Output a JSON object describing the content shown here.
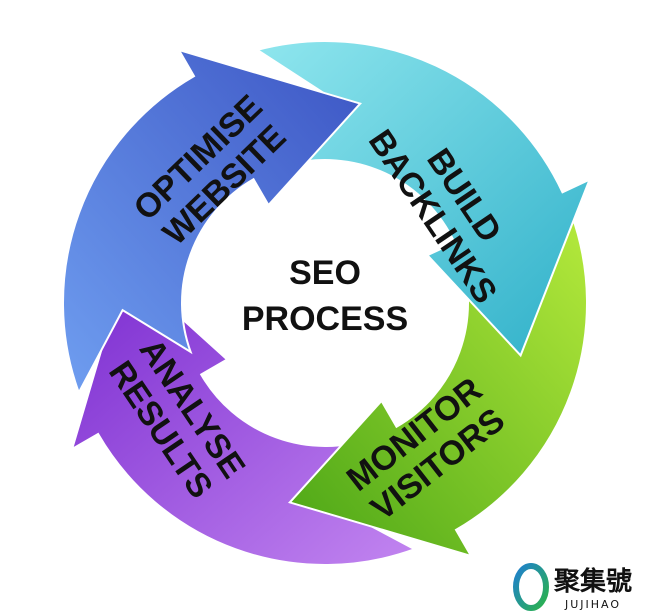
{
  "diagram": {
    "center": {
      "line1": "SEO",
      "line2": "PROCESS"
    },
    "steps": [
      {
        "id": "optimise",
        "line1": "OPTIMISE",
        "line2": "WEBSITE",
        "color_light": "#6f9ef0",
        "color_dark": "#3c55c4"
      },
      {
        "id": "build",
        "line1": "BUILD",
        "line2": "BACKLINKS",
        "color_light": "#8fe6ee",
        "color_dark": "#2fb0c9"
      },
      {
        "id": "monitor",
        "line1": "MONITOR",
        "line2": "VISITORS",
        "color_light": "#b6ea3c",
        "color_dark": "#4aa516"
      },
      {
        "id": "analyse",
        "line1": "ANALYSE",
        "line2": "RESULTS",
        "color_light": "#c285f0",
        "color_dark": "#7a2bd0"
      }
    ]
  },
  "watermark": {
    "brand_cn": "聚集號",
    "brand_en": "JUJIHAO",
    "logo_colors": [
      "#1f7fd0",
      "#2bb34a"
    ]
  }
}
